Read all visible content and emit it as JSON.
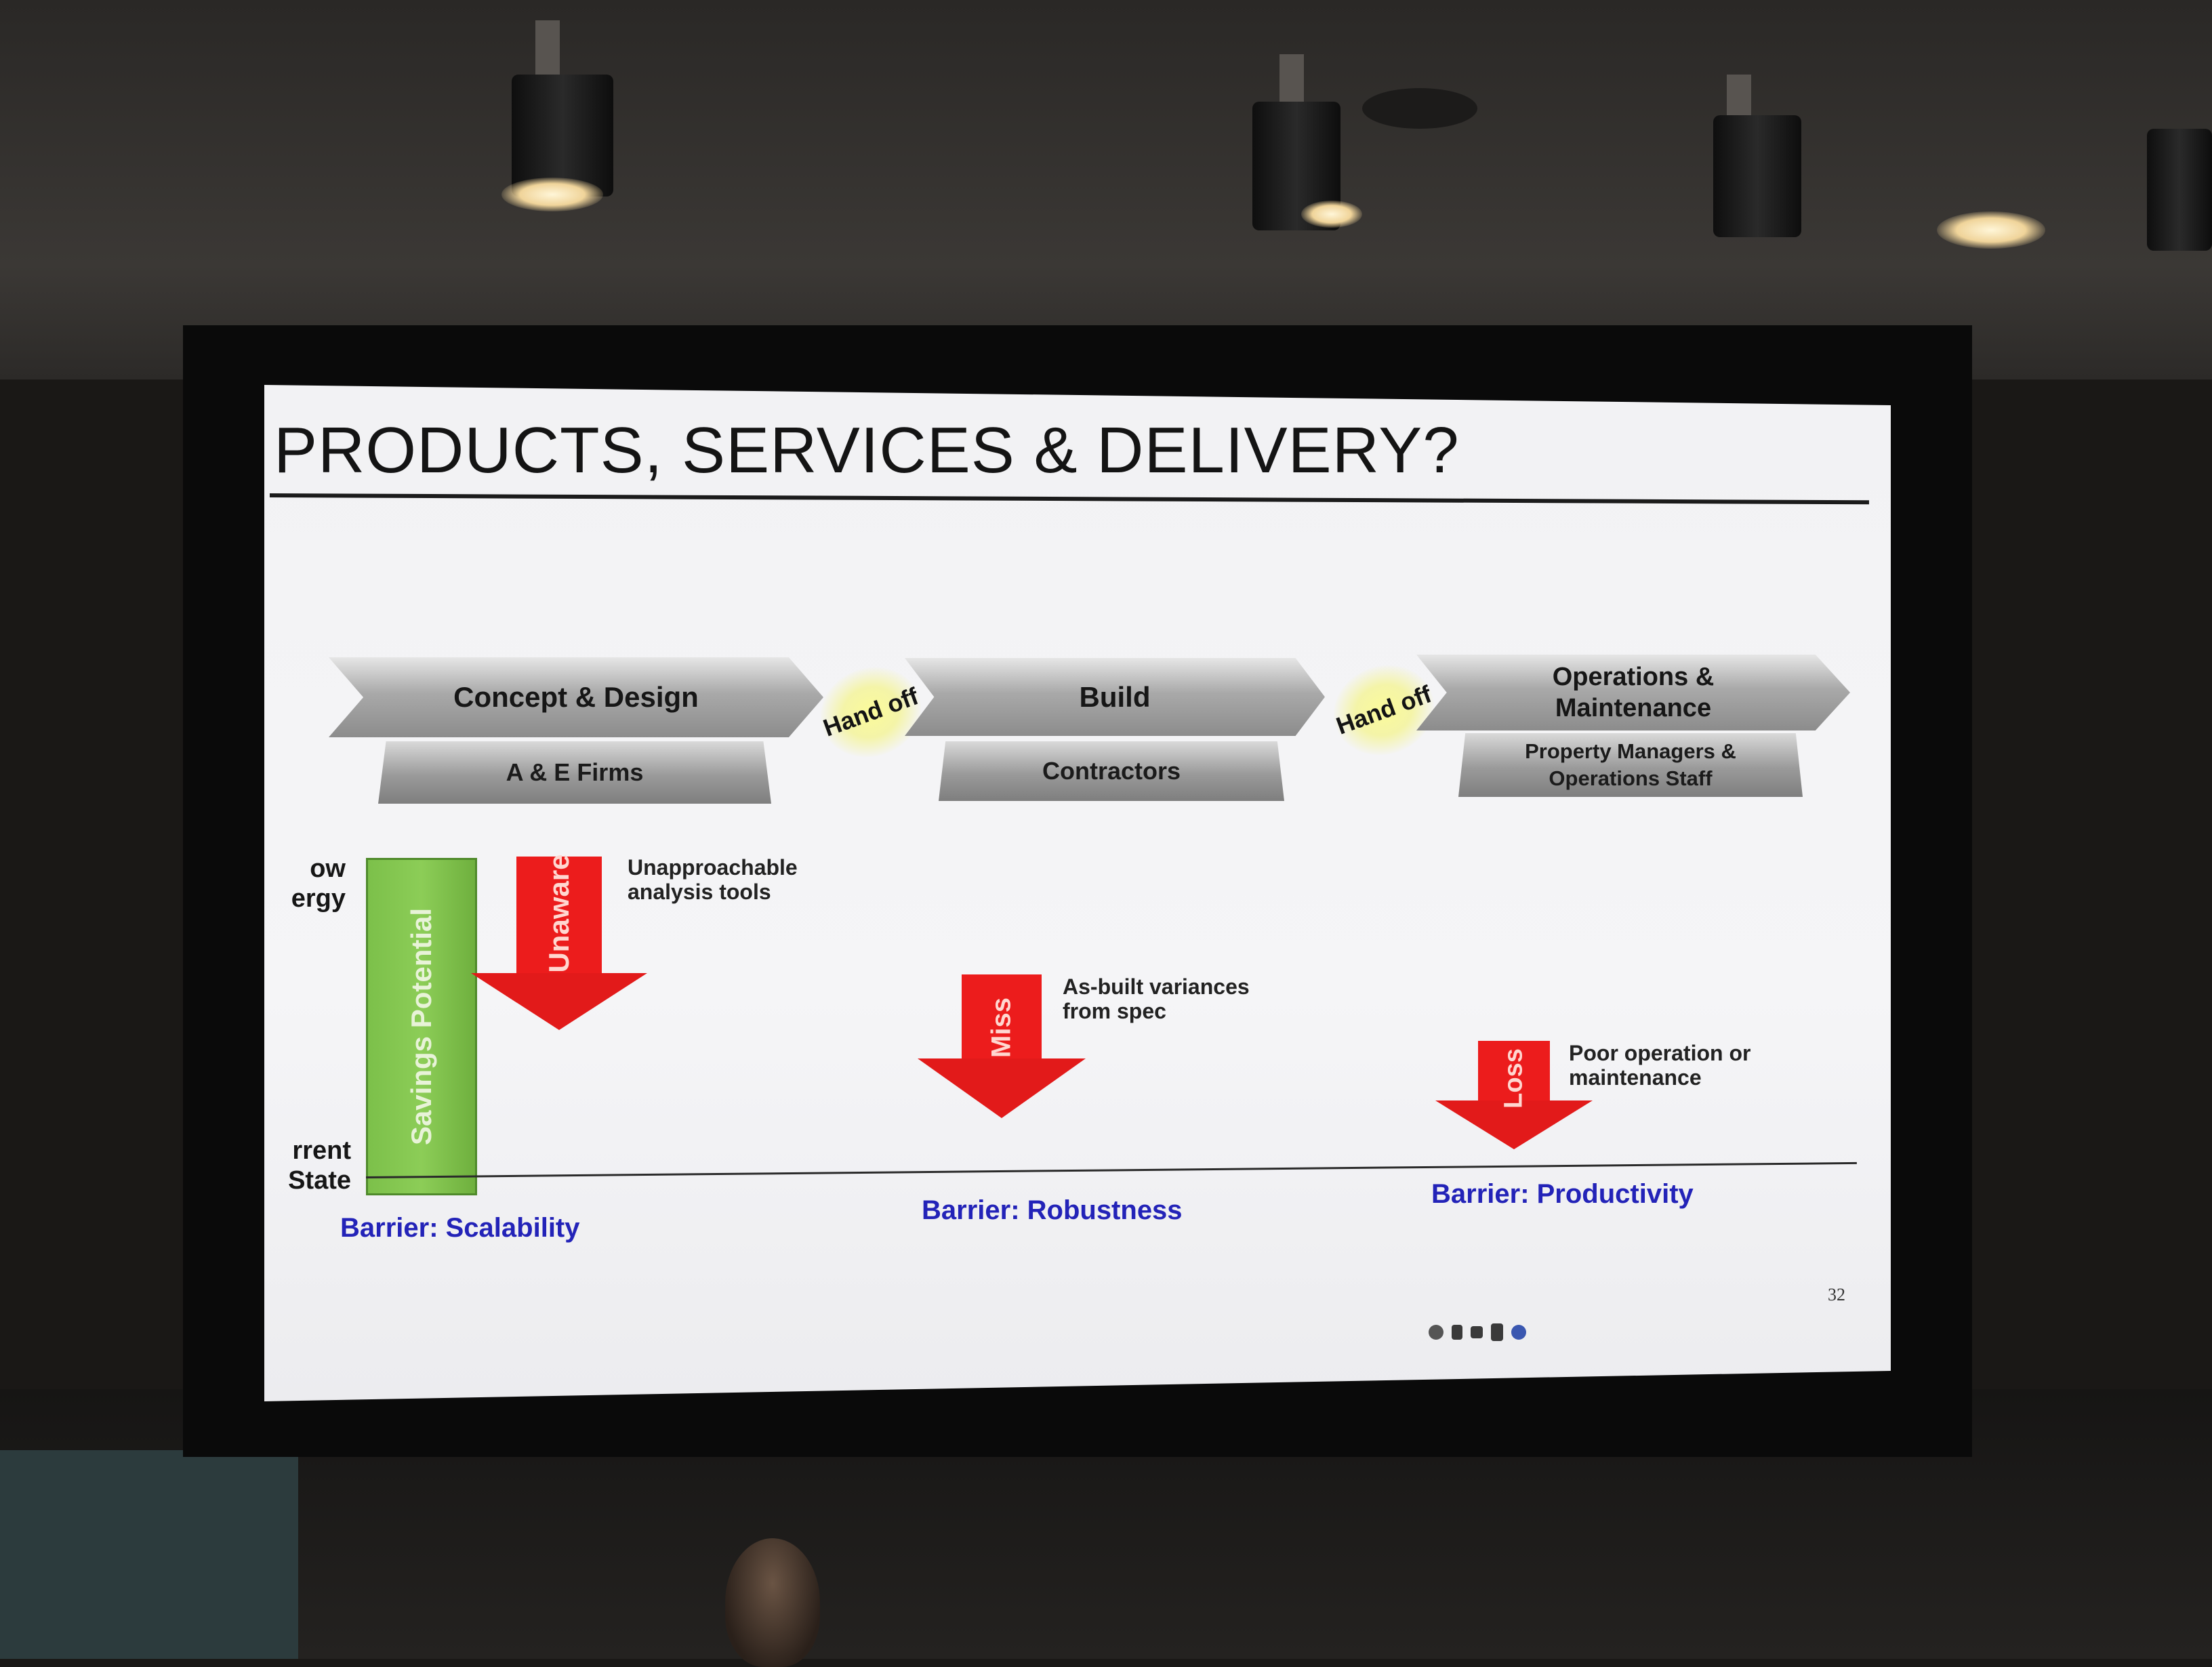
{
  "slide": {
    "title": "PRODUCTS, SERVICES & DELIVERY?",
    "page_number": "32",
    "phases": [
      {
        "label": "Concept & Design",
        "role": "A & E Firms"
      },
      {
        "label": "Build",
        "role": "Contractors"
      },
      {
        "label": "Operations & Maintenance",
        "role": "Property Managers & Operations Staff"
      }
    ],
    "handoffs": [
      "Hand off",
      "Hand off"
    ],
    "axis": {
      "top_label": "Low Energy",
      "top_label_visible": "ow\nergy",
      "bottom_label": "Current State",
      "bottom_label_visible": "rrent\nState"
    },
    "savings_bar_label": "Savings Potential",
    "losses": [
      {
        "label": "Unaware",
        "note": "Unapproachable analysis tools"
      },
      {
        "label": "Miss",
        "note": "As-built variances from spec"
      },
      {
        "label": "Loss",
        "note": "Poor operation or maintenance"
      }
    ],
    "barriers": [
      "Barrier: Scalability",
      "Barrier:  Robustness",
      "Barrier:  Productivity"
    ]
  },
  "colors": {
    "barrier_text": "#2323b8",
    "arrow_red": "#ec1c1c",
    "savings_green": "#8ccd57",
    "handoff_glow": "#fbfb9a"
  }
}
